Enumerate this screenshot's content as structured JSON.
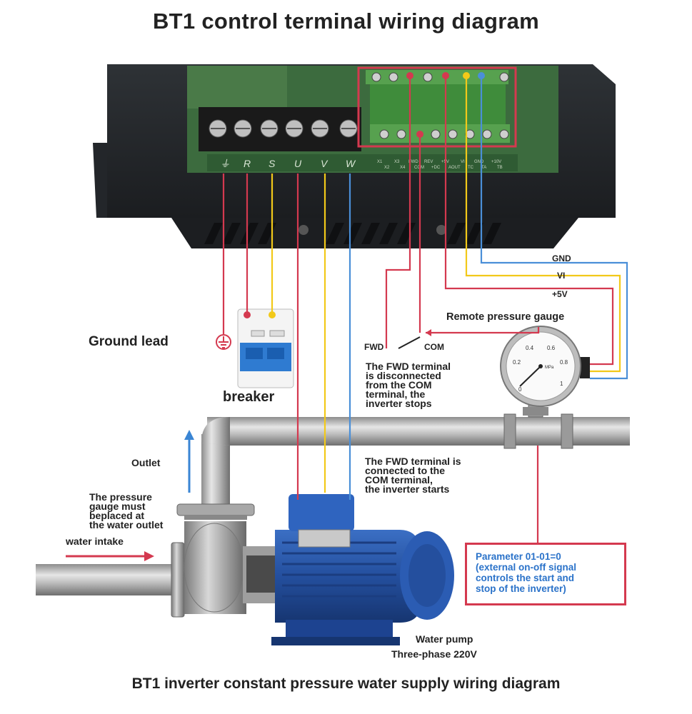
{
  "title": "BT1 control terminal wiring diagram",
  "footer": "BT1 inverter constant pressure water supply wiring diagram",
  "power_terminals": [
    "R",
    "S",
    "U",
    "V",
    "W"
  ],
  "control_terminal_labels": {
    "top": [
      "X1",
      "X3",
      "FWD",
      "REV",
      "+5V",
      "VI",
      "GND",
      "+10V"
    ],
    "bottom": [
      "X2",
      "X4",
      "COM",
      "+DC",
      "AOUT",
      "TC",
      "TA",
      "TB"
    ]
  },
  "signal_labels": {
    "gnd": "GND",
    "vi": "VI",
    "v5": "+5V"
  },
  "switch_labels": {
    "fwd": "FWD",
    "com": "COM"
  },
  "labels": {
    "ground_lead": "Ground lead",
    "breaker": "breaker",
    "remote_gauge": "Remote pressure gauge",
    "outlet": "Outlet",
    "water_intake": "water intake",
    "pump_line1": "Water pump",
    "pump_line2": "Three-phase 220V"
  },
  "notes": {
    "stop": [
      "The FWD terminal",
      "is disconnected",
      "from the COM",
      "terminal,  the",
      "inverter stops"
    ],
    "start": [
      "The FWD terminal is",
      "connected to the",
      "COM terminal,",
      "the inverter starts"
    ],
    "gauge_position": [
      "The pressure",
      "gauge must",
      "beplaced at",
      "the water outlet"
    ]
  },
  "parameter_box": [
    "Parameter 01-01=0",
    "(external on-off signal",
    "controls the start and",
    "stop of the inverter)"
  ],
  "gauge": {
    "scale": [
      "0.2",
      "0.4",
      "0.6",
      "0.8",
      "1"
    ],
    "zero": "0",
    "unit": "MPa"
  },
  "colors": {
    "red": "#d4394f",
    "yellow": "#f2c919",
    "blue": "#4a8fd8"
  }
}
